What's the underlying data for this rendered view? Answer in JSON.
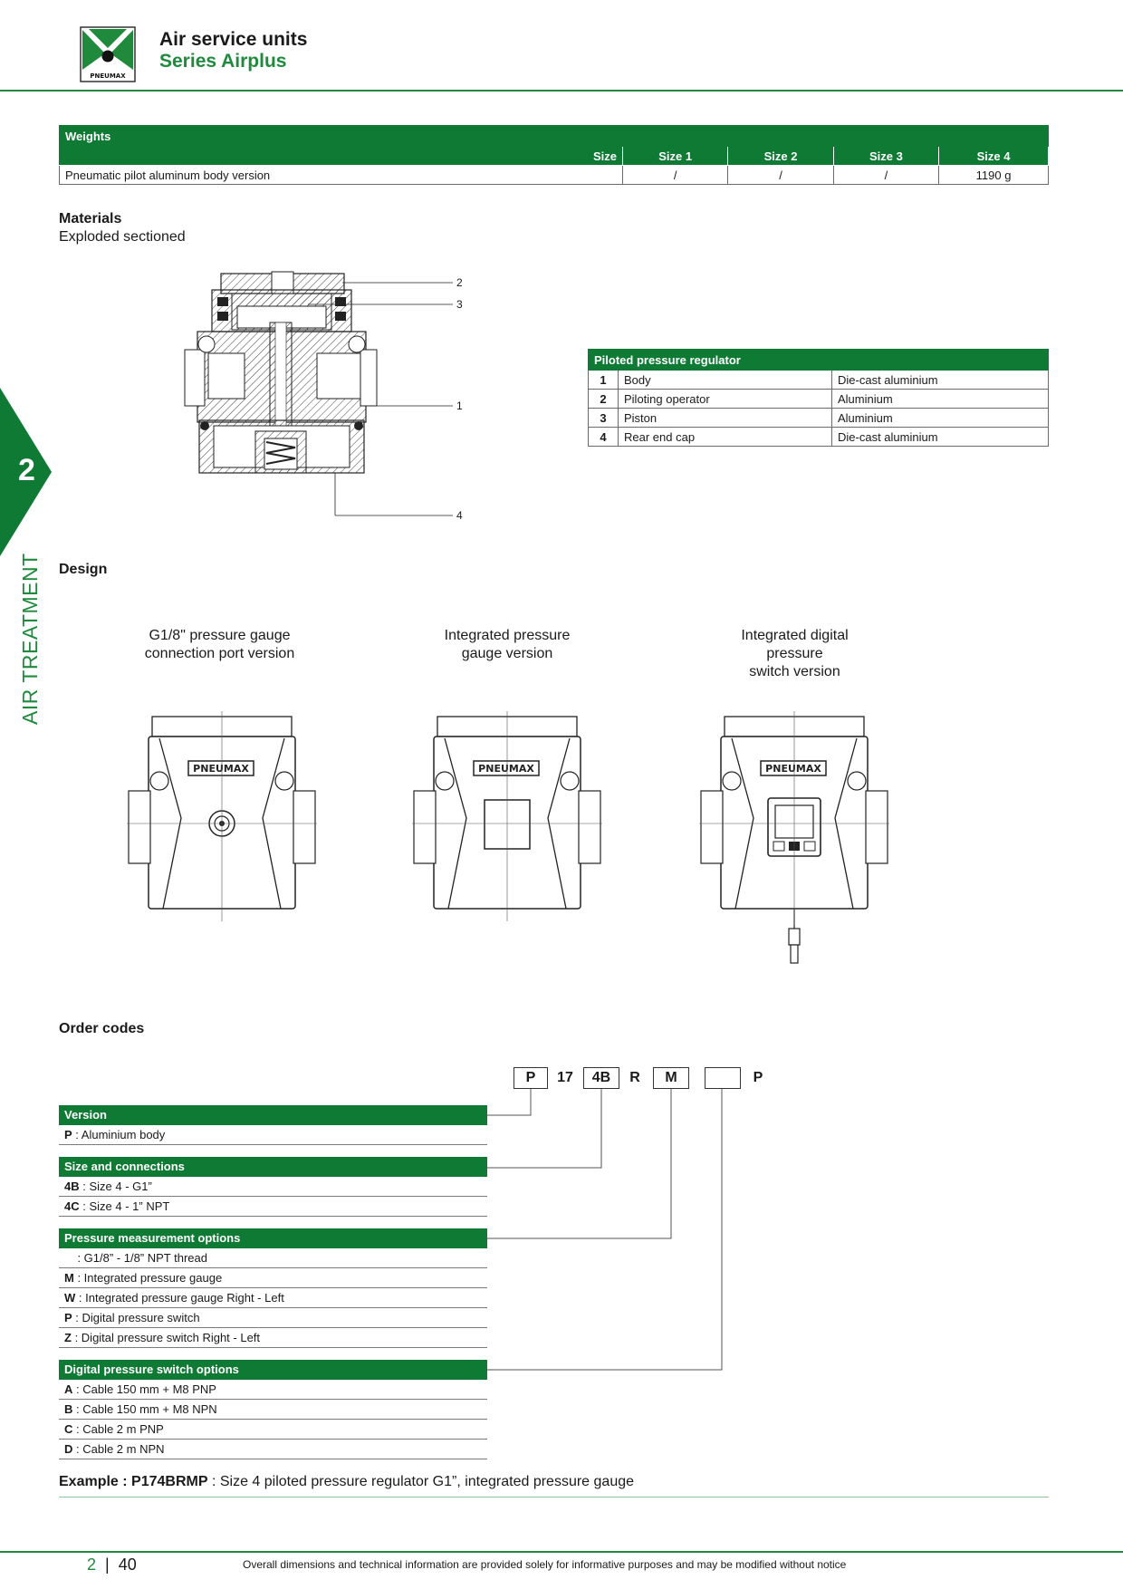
{
  "header": {
    "brand": "PNEUMAX",
    "title": "Air service units",
    "subtitle": "Series Airplus"
  },
  "side_tab": {
    "number": "2",
    "label": "AIR TREATMENT"
  },
  "weights": {
    "title": "Weights",
    "size_label": "Size",
    "sizes": [
      "Size 1",
      "Size 2",
      "Size 3",
      "Size 4"
    ],
    "row_label": "Pneumatic pilot aluminum body version",
    "values": [
      "/",
      "/",
      "/",
      "1190 g"
    ]
  },
  "materials": {
    "heading": "Materials",
    "subheading": "Exploded sectioned",
    "callouts": [
      "2",
      "3",
      "1",
      "4"
    ],
    "table_title": "Piloted pressure regulator",
    "rows": [
      {
        "num": "1",
        "part": "Body",
        "material": "Die-cast aluminium"
      },
      {
        "num": "2",
        "part": "Piloting operator",
        "material": "Aluminium"
      },
      {
        "num": "3",
        "part": "Piston",
        "material": "Aluminium"
      },
      {
        "num": "4",
        "part": "Rear end cap",
        "material": "Die-cast aluminium"
      }
    ]
  },
  "design": {
    "heading": "Design",
    "captions": [
      [
        "G1/8\" pressure gauge",
        "connection port version"
      ],
      [
        "Integrated pressure",
        "gauge version"
      ],
      [
        "Integrated digital",
        "pressure",
        "switch version"
      ]
    ],
    "logo_text": "PNEUMAX"
  },
  "order_codes": {
    "heading": "Order codes",
    "code": [
      "P",
      "17",
      "4B",
      "R",
      "M",
      "",
      "P"
    ],
    "sections": [
      {
        "title": "Version",
        "rows": [
          {
            "code": "P",
            "text": " : Aluminium body"
          }
        ]
      },
      {
        "title": "Size and connections",
        "rows": [
          {
            "code": "4B",
            "text": " : Size 4 - G1”"
          },
          {
            "code": "4C",
            "text": " : Size 4 - 1” NPT"
          }
        ]
      },
      {
        "title": "Pressure measurement options",
        "rows": [
          {
            "code": "",
            "text": "    : G1/8” - 1/8” NPT thread"
          },
          {
            "code": "M",
            "text": " : Integrated pressure gauge"
          },
          {
            "code": "W",
            "text": " : Integrated pressure gauge Right - Left"
          },
          {
            "code": "P",
            "text": " : Digital pressure switch"
          },
          {
            "code": "Z",
            "text": " : Digital pressure switch Right - Left"
          }
        ]
      },
      {
        "title": "Digital pressure switch options",
        "rows": [
          {
            "code": "A",
            "text": " : Cable 150 mm + M8 PNP"
          },
          {
            "code": "B",
            "text": " : Cable 150 mm + M8 NPN"
          },
          {
            "code": "C",
            "text": " : Cable 2 m PNP"
          },
          {
            "code": "D",
            "text": " : Cable 2 m NPN"
          }
        ]
      }
    ],
    "example_label": "Example : P174BRMP",
    "example_text": " : Size 4 piloted pressure regulator G1”, integrated pressure gauge"
  },
  "footer": {
    "section": "2",
    "page": "40",
    "note": "Overall dimensions and technical information are provided solely for informative purposes and may be modified without notice"
  },
  "colors": {
    "brand_green": "#0f7a34",
    "accent_green": "#1f8a3c"
  }
}
